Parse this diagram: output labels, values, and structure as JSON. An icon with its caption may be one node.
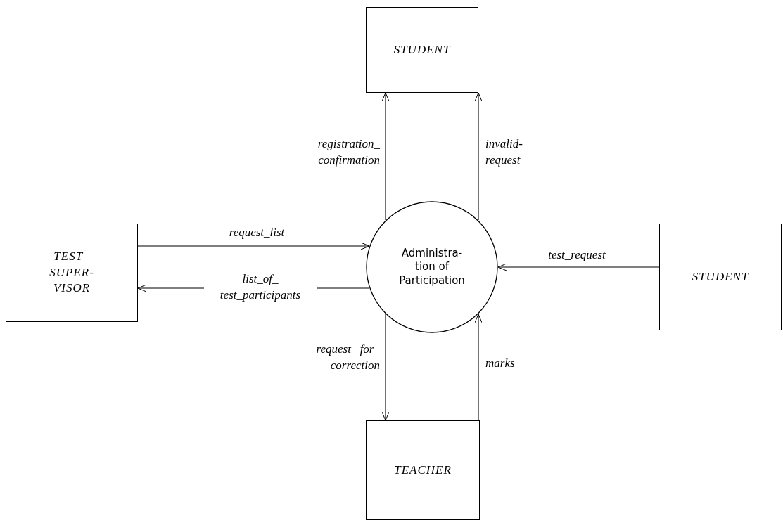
{
  "diagram": {
    "nodes": [
      {
        "text": [
          "STUDENT"
        ]
      },
      {
        "text": [
          "TEST_ SUPER- VISOR"
        ]
      },
      {
        "text": [
          "Administra- tion of Participation"
        ]
      },
      {
        "text": [
          "STUDENT"
        ]
      },
      {
        "text": [
          "TEACHER"
        ]
      }
    ],
    "edges": [
      {
        "from": 2,
        "to": 0,
        "arrow": "to",
        "label": "registration_ confirmation"
      },
      {
        "from": 2,
        "to": 0,
        "arrow": "to",
        "label": "invalid- request"
      },
      {
        "from": 1,
        "to": 2,
        "arrow": "to",
        "label": "request_list"
      },
      {
        "from": 2,
        "to": 1,
        "arrow": "to",
        "label": "list_of_ test_participants"
      },
      {
        "from": 3,
        "to": 2,
        "arrow": "to",
        "label": "test_request"
      },
      {
        "from": 2,
        "to": 4,
        "arrow": "to",
        "label": "request_ for_ correction"
      },
      {
        "from": 4,
        "to": 2,
        "arrow": "to",
        "label": "marks"
      }
    ]
  }
}
